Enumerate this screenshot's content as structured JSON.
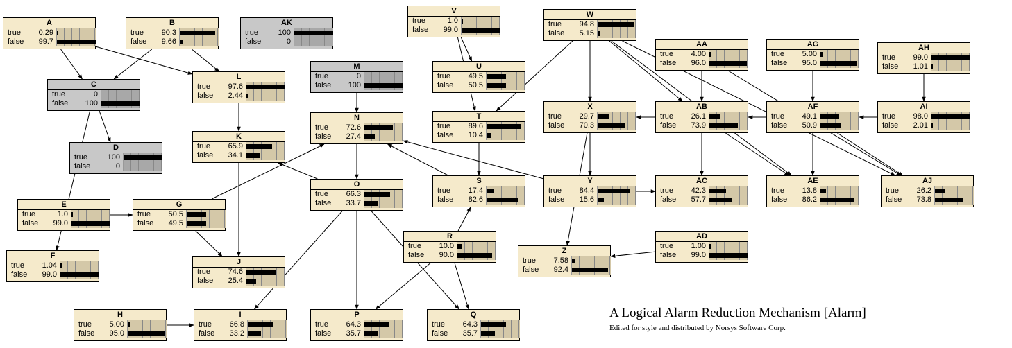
{
  "nodes": [
    {
      "id": "A",
      "gray": false,
      "states": [
        {
          "label": "true",
          "value": "0.29",
          "p": 0.0029
        },
        {
          "label": "false",
          "value": "99.7",
          "p": 0.997
        }
      ]
    },
    {
      "id": "B",
      "gray": false,
      "states": [
        {
          "label": "true",
          "value": "90.3",
          "p": 0.903
        },
        {
          "label": "false",
          "value": "9.66",
          "p": 0.0966
        }
      ]
    },
    {
      "id": "AK",
      "gray": true,
      "states": [
        {
          "label": "true",
          "value": "100",
          "p": 1.0
        },
        {
          "label": "false",
          "value": "0",
          "p": 0
        }
      ]
    },
    {
      "id": "C",
      "gray": true,
      "states": [
        {
          "label": "true",
          "value": "0",
          "p": 0
        },
        {
          "label": "false",
          "value": "100",
          "p": 1.0
        }
      ]
    },
    {
      "id": "D",
      "gray": true,
      "states": [
        {
          "label": "true",
          "value": "100",
          "p": 1.0
        },
        {
          "label": "false",
          "value": "0",
          "p": 0
        }
      ]
    },
    {
      "id": "L",
      "gray": false,
      "states": [
        {
          "label": "true",
          "value": "97.6",
          "p": 0.976
        },
        {
          "label": "false",
          "value": "2.44",
          "p": 0.0244
        }
      ]
    },
    {
      "id": "K",
      "gray": false,
      "states": [
        {
          "label": "true",
          "value": "65.9",
          "p": 0.659
        },
        {
          "label": "false",
          "value": "34.1",
          "p": 0.341
        }
      ]
    },
    {
      "id": "E",
      "gray": false,
      "states": [
        {
          "label": "true",
          "value": "1.0",
          "p": 0.01
        },
        {
          "label": "false",
          "value": "99.0",
          "p": 0.99
        }
      ]
    },
    {
      "id": "G",
      "gray": false,
      "states": [
        {
          "label": "true",
          "value": "50.5",
          "p": 0.505
        },
        {
          "label": "false",
          "value": "49.5",
          "p": 0.495
        }
      ]
    },
    {
      "id": "F",
      "gray": false,
      "states": [
        {
          "label": "true",
          "value": "1.04",
          "p": 0.0104
        },
        {
          "label": "false",
          "value": "99.0",
          "p": 0.99
        }
      ]
    },
    {
      "id": "J",
      "gray": false,
      "states": [
        {
          "label": "true",
          "value": "74.6",
          "p": 0.746
        },
        {
          "label": "false",
          "value": "25.4",
          "p": 0.254
        }
      ]
    },
    {
      "id": "H",
      "gray": false,
      "states": [
        {
          "label": "true",
          "value": "5.00",
          "p": 0.05
        },
        {
          "label": "false",
          "value": "95.0",
          "p": 0.95
        }
      ]
    },
    {
      "id": "I",
      "gray": false,
      "states": [
        {
          "label": "true",
          "value": "66.8",
          "p": 0.668
        },
        {
          "label": "false",
          "value": "33.2",
          "p": 0.332
        }
      ]
    },
    {
      "id": "M",
      "gray": true,
      "states": [
        {
          "label": "true",
          "value": "0",
          "p": 0
        },
        {
          "label": "false",
          "value": "100",
          "p": 1.0
        }
      ]
    },
    {
      "id": "N",
      "gray": false,
      "states": [
        {
          "label": "true",
          "value": "72.6",
          "p": 0.726
        },
        {
          "label": "false",
          "value": "27.4",
          "p": 0.274
        }
      ]
    },
    {
      "id": "O",
      "gray": false,
      "states": [
        {
          "label": "true",
          "value": "66.3",
          "p": 0.663
        },
        {
          "label": "false",
          "value": "33.7",
          "p": 0.337
        }
      ]
    },
    {
      "id": "P",
      "gray": false,
      "states": [
        {
          "label": "true",
          "value": "64.3",
          "p": 0.643
        },
        {
          "label": "false",
          "value": "35.7",
          "p": 0.357
        }
      ]
    },
    {
      "id": "V",
      "gray": false,
      "states": [
        {
          "label": "true",
          "value": "1.0",
          "p": 0.01
        },
        {
          "label": "false",
          "value": "99.0",
          "p": 0.99
        }
      ]
    },
    {
      "id": "U",
      "gray": false,
      "states": [
        {
          "label": "true",
          "value": "49.5",
          "p": 0.495
        },
        {
          "label": "false",
          "value": "50.5",
          "p": 0.505
        }
      ]
    },
    {
      "id": "T",
      "gray": false,
      "states": [
        {
          "label": "true",
          "value": "89.6",
          "p": 0.896
        },
        {
          "label": "false",
          "value": "10.4",
          "p": 0.104
        }
      ]
    },
    {
      "id": "S",
      "gray": false,
      "states": [
        {
          "label": "true",
          "value": "17.4",
          "p": 0.174
        },
        {
          "label": "false",
          "value": "82.6",
          "p": 0.826
        }
      ]
    },
    {
      "id": "R",
      "gray": false,
      "states": [
        {
          "label": "true",
          "value": "10.0",
          "p": 0.1
        },
        {
          "label": "false",
          "value": "90.0",
          "p": 0.9
        }
      ]
    },
    {
      "id": "Q",
      "gray": false,
      "states": [
        {
          "label": "true",
          "value": "64.3",
          "p": 0.643
        },
        {
          "label": "false",
          "value": "35.7",
          "p": 0.357
        }
      ]
    },
    {
      "id": "W",
      "gray": false,
      "states": [
        {
          "label": "true",
          "value": "94.8",
          "p": 0.948
        },
        {
          "label": "false",
          "value": "5.15",
          "p": 0.0515
        }
      ]
    },
    {
      "id": "X",
      "gray": false,
      "states": [
        {
          "label": "true",
          "value": "29.7",
          "p": 0.297
        },
        {
          "label": "false",
          "value": "70.3",
          "p": 0.703
        }
      ]
    },
    {
      "id": "Y",
      "gray": false,
      "states": [
        {
          "label": "true",
          "value": "84.4",
          "p": 0.844
        },
        {
          "label": "false",
          "value": "15.6",
          "p": 0.156
        }
      ]
    },
    {
      "id": "Z",
      "gray": false,
      "states": [
        {
          "label": "true",
          "value": "7.58",
          "p": 0.0758
        },
        {
          "label": "false",
          "value": "92.4",
          "p": 0.924
        }
      ]
    },
    {
      "id": "AA",
      "gray": false,
      "states": [
        {
          "label": "true",
          "value": "4.00",
          "p": 0.04
        },
        {
          "label": "false",
          "value": "96.0",
          "p": 0.96
        }
      ]
    },
    {
      "id": "AB",
      "gray": false,
      "states": [
        {
          "label": "true",
          "value": "26.1",
          "p": 0.261
        },
        {
          "label": "false",
          "value": "73.9",
          "p": 0.739
        }
      ]
    },
    {
      "id": "AC",
      "gray": false,
      "states": [
        {
          "label": "true",
          "value": "42.3",
          "p": 0.423
        },
        {
          "label": "false",
          "value": "57.7",
          "p": 0.577
        }
      ]
    },
    {
      "id": "AD",
      "gray": false,
      "states": [
        {
          "label": "true",
          "value": "1.00",
          "p": 0.01
        },
        {
          "label": "false",
          "value": "99.0",
          "p": 0.99
        }
      ]
    },
    {
      "id": "AG",
      "gray": false,
      "states": [
        {
          "label": "true",
          "value": "5.00",
          "p": 0.05
        },
        {
          "label": "false",
          "value": "95.0",
          "p": 0.95
        }
      ]
    },
    {
      "id": "AF",
      "gray": false,
      "states": [
        {
          "label": "true",
          "value": "49.1",
          "p": 0.491
        },
        {
          "label": "false",
          "value": "50.9",
          "p": 0.509
        }
      ]
    },
    {
      "id": "AE",
      "gray": false,
      "states": [
        {
          "label": "true",
          "value": "13.8",
          "p": 0.138
        },
        {
          "label": "false",
          "value": "86.2",
          "p": 0.862
        }
      ]
    },
    {
      "id": "AH",
      "gray": false,
      "states": [
        {
          "label": "true",
          "value": "99.0",
          "p": 0.99
        },
        {
          "label": "false",
          "value": "1.01",
          "p": 0.0101
        }
      ]
    },
    {
      "id": "AI",
      "gray": false,
      "states": [
        {
          "label": "true",
          "value": "98.0",
          "p": 0.98
        },
        {
          "label": "false",
          "value": "2.01",
          "p": 0.0201
        }
      ]
    },
    {
      "id": "AJ",
      "gray": false,
      "states": [
        {
          "label": "true",
          "value": "26.2",
          "p": 0.262
        },
        {
          "label": "false",
          "value": "73.8",
          "p": 0.738
        }
      ]
    }
  ],
  "edges": [
    [
      "A",
      "C"
    ],
    [
      "A",
      "L"
    ],
    [
      "B",
      "C"
    ],
    [
      "B",
      "L"
    ],
    [
      "C",
      "D"
    ],
    [
      "C",
      "F"
    ],
    [
      "L",
      "K"
    ],
    [
      "O",
      "K"
    ],
    [
      "K",
      "J"
    ],
    [
      "E",
      "G"
    ],
    [
      "G",
      "J"
    ],
    [
      "G",
      "N"
    ],
    [
      "H",
      "I"
    ],
    [
      "M",
      "N"
    ],
    [
      "N",
      "O"
    ],
    [
      "O",
      "I"
    ],
    [
      "O",
      "P"
    ],
    [
      "O",
      "Q"
    ],
    [
      "V",
      "U"
    ],
    [
      "V",
      "T"
    ],
    [
      "W",
      "T"
    ],
    [
      "T",
      "S"
    ],
    [
      "S",
      "N"
    ],
    [
      "Y",
      "N"
    ],
    [
      "R",
      "P"
    ],
    [
      "R",
      "Q"
    ],
    [
      "R",
      "S"
    ],
    [
      "W",
      "X"
    ],
    [
      "W",
      "AB"
    ],
    [
      "W",
      "AE"
    ],
    [
      "W",
      "AJ"
    ],
    [
      "X",
      "Y"
    ],
    [
      "X",
      "Z"
    ],
    [
      "AB",
      "X"
    ],
    [
      "AB",
      "AC"
    ],
    [
      "AB",
      "AE"
    ],
    [
      "Y",
      "AC"
    ],
    [
      "AD",
      "Z"
    ],
    [
      "AA",
      "AB"
    ],
    [
      "AA",
      "AJ"
    ],
    [
      "AG",
      "AF"
    ],
    [
      "AF",
      "AB"
    ],
    [
      "AF",
      "AJ"
    ],
    [
      "AF",
      "AE"
    ],
    [
      "AH",
      "AI"
    ],
    [
      "AI",
      "AF"
    ]
  ],
  "caption": {
    "title": "A Logical Alarm Reduction Mechanism [Alarm]",
    "subtitle": "Edited for style and distributed by Norsys Software Corp."
  }
}
